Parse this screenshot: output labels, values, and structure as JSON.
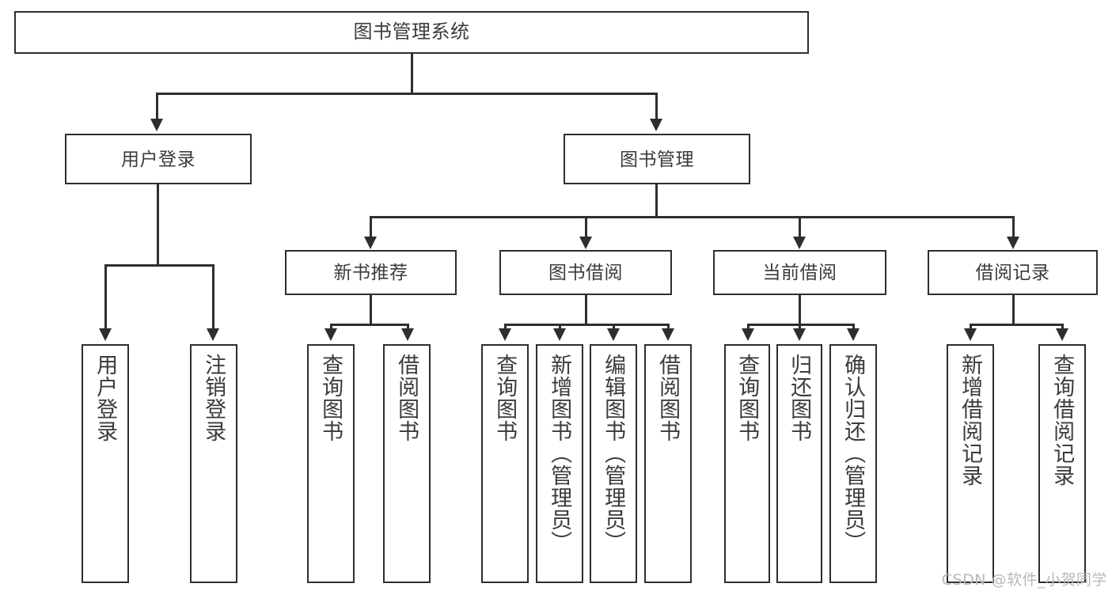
{
  "diagram": {
    "title": "图书管理系统",
    "watermark": "CSDN @软件_小贺同学",
    "colors": {
      "stroke": "#2e2e2e",
      "background": "#ffffff",
      "text": "#3b3b3b",
      "watermark": "#b9b9b9"
    },
    "root": {
      "label": "图书管理系统"
    },
    "level1": [
      {
        "label": "用户登录"
      },
      {
        "label": "图书管理"
      }
    ],
    "level2": [
      {
        "label": "新书推荐"
      },
      {
        "label": "图书借阅"
      },
      {
        "label": "当前借阅"
      },
      {
        "label": "借阅记录"
      }
    ],
    "leaves": {
      "user_login": [
        {
          "label": "用户登录"
        },
        {
          "label": "注销登录"
        }
      ],
      "new_book": [
        {
          "label": "查询图书"
        },
        {
          "label": "借阅图书"
        }
      ],
      "book_borrow": [
        {
          "label": "查询图书"
        },
        {
          "label": "新增图书（管理员）"
        },
        {
          "label": "编辑图书（管理员）"
        },
        {
          "label": "借阅图书"
        }
      ],
      "current_borrow": [
        {
          "label": "查询图书"
        },
        {
          "label": "归还图书"
        },
        {
          "label": "确认归还（管理员）"
        }
      ],
      "borrow_record": [
        {
          "label": "新增借阅记录"
        },
        {
          "label": "查询借阅记录"
        }
      ]
    }
  }
}
